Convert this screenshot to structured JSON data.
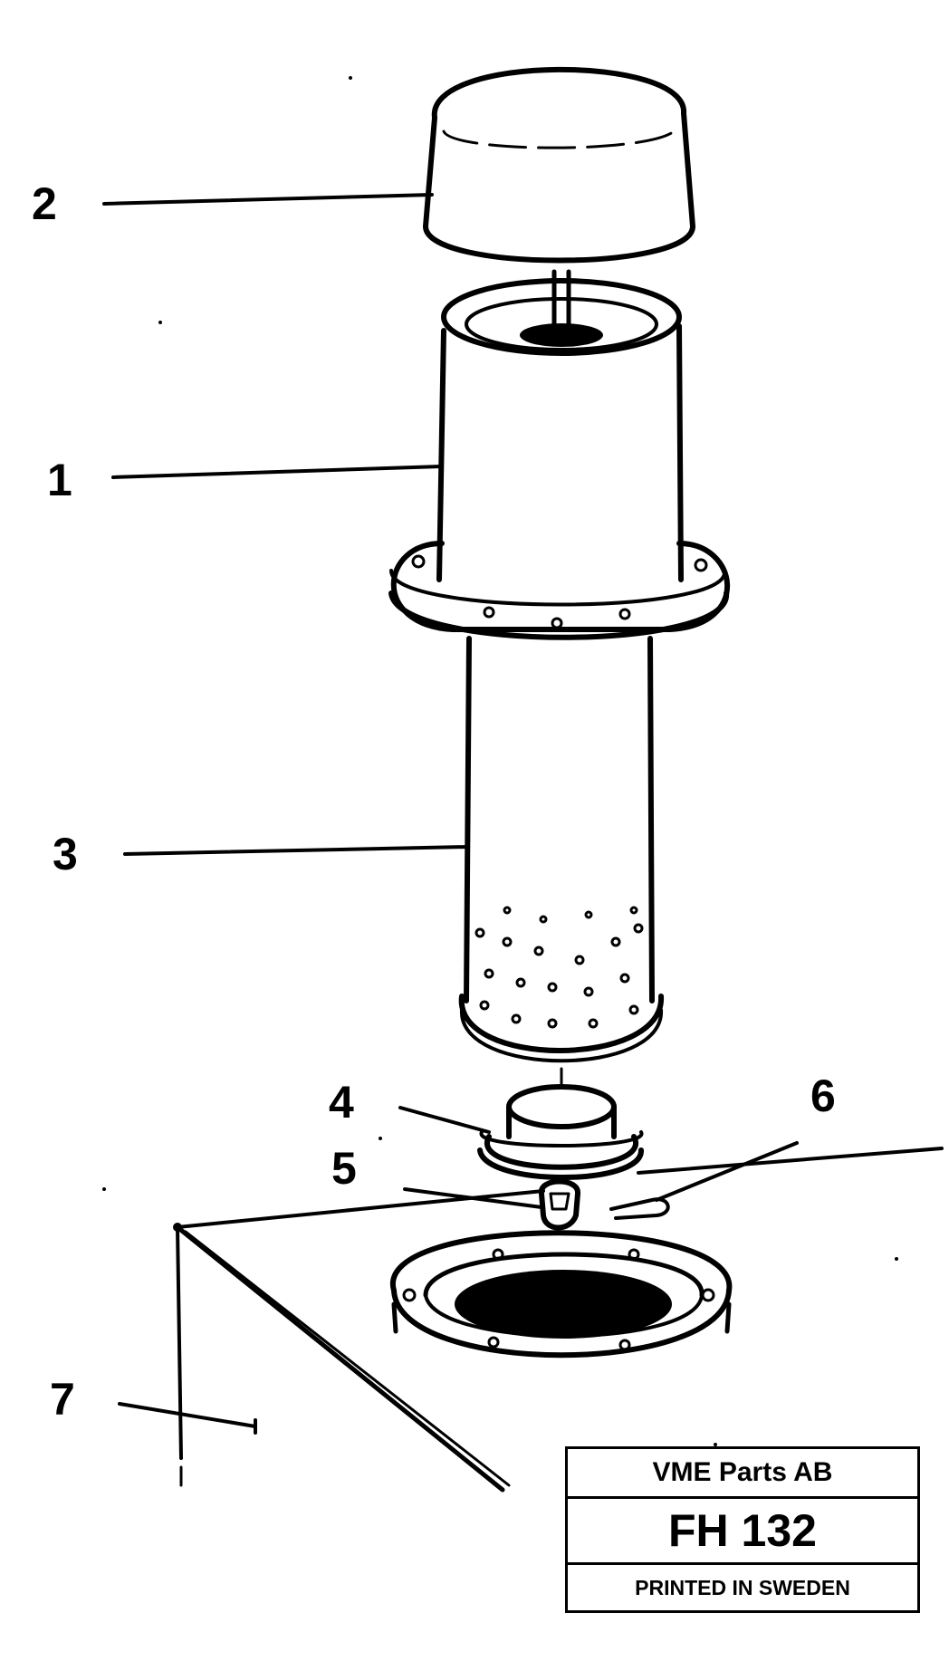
{
  "callouts": {
    "c1": "1",
    "c2": "2",
    "c3": "3",
    "c4": "4",
    "c5": "5",
    "c6": "6",
    "c7": "7"
  },
  "title_block": {
    "company": "VME Parts AB",
    "code": "FH 132",
    "footer": "PRINTED IN SWEDEN"
  },
  "colors": {
    "ink": "#000000",
    "paper": "#ffffff"
  }
}
